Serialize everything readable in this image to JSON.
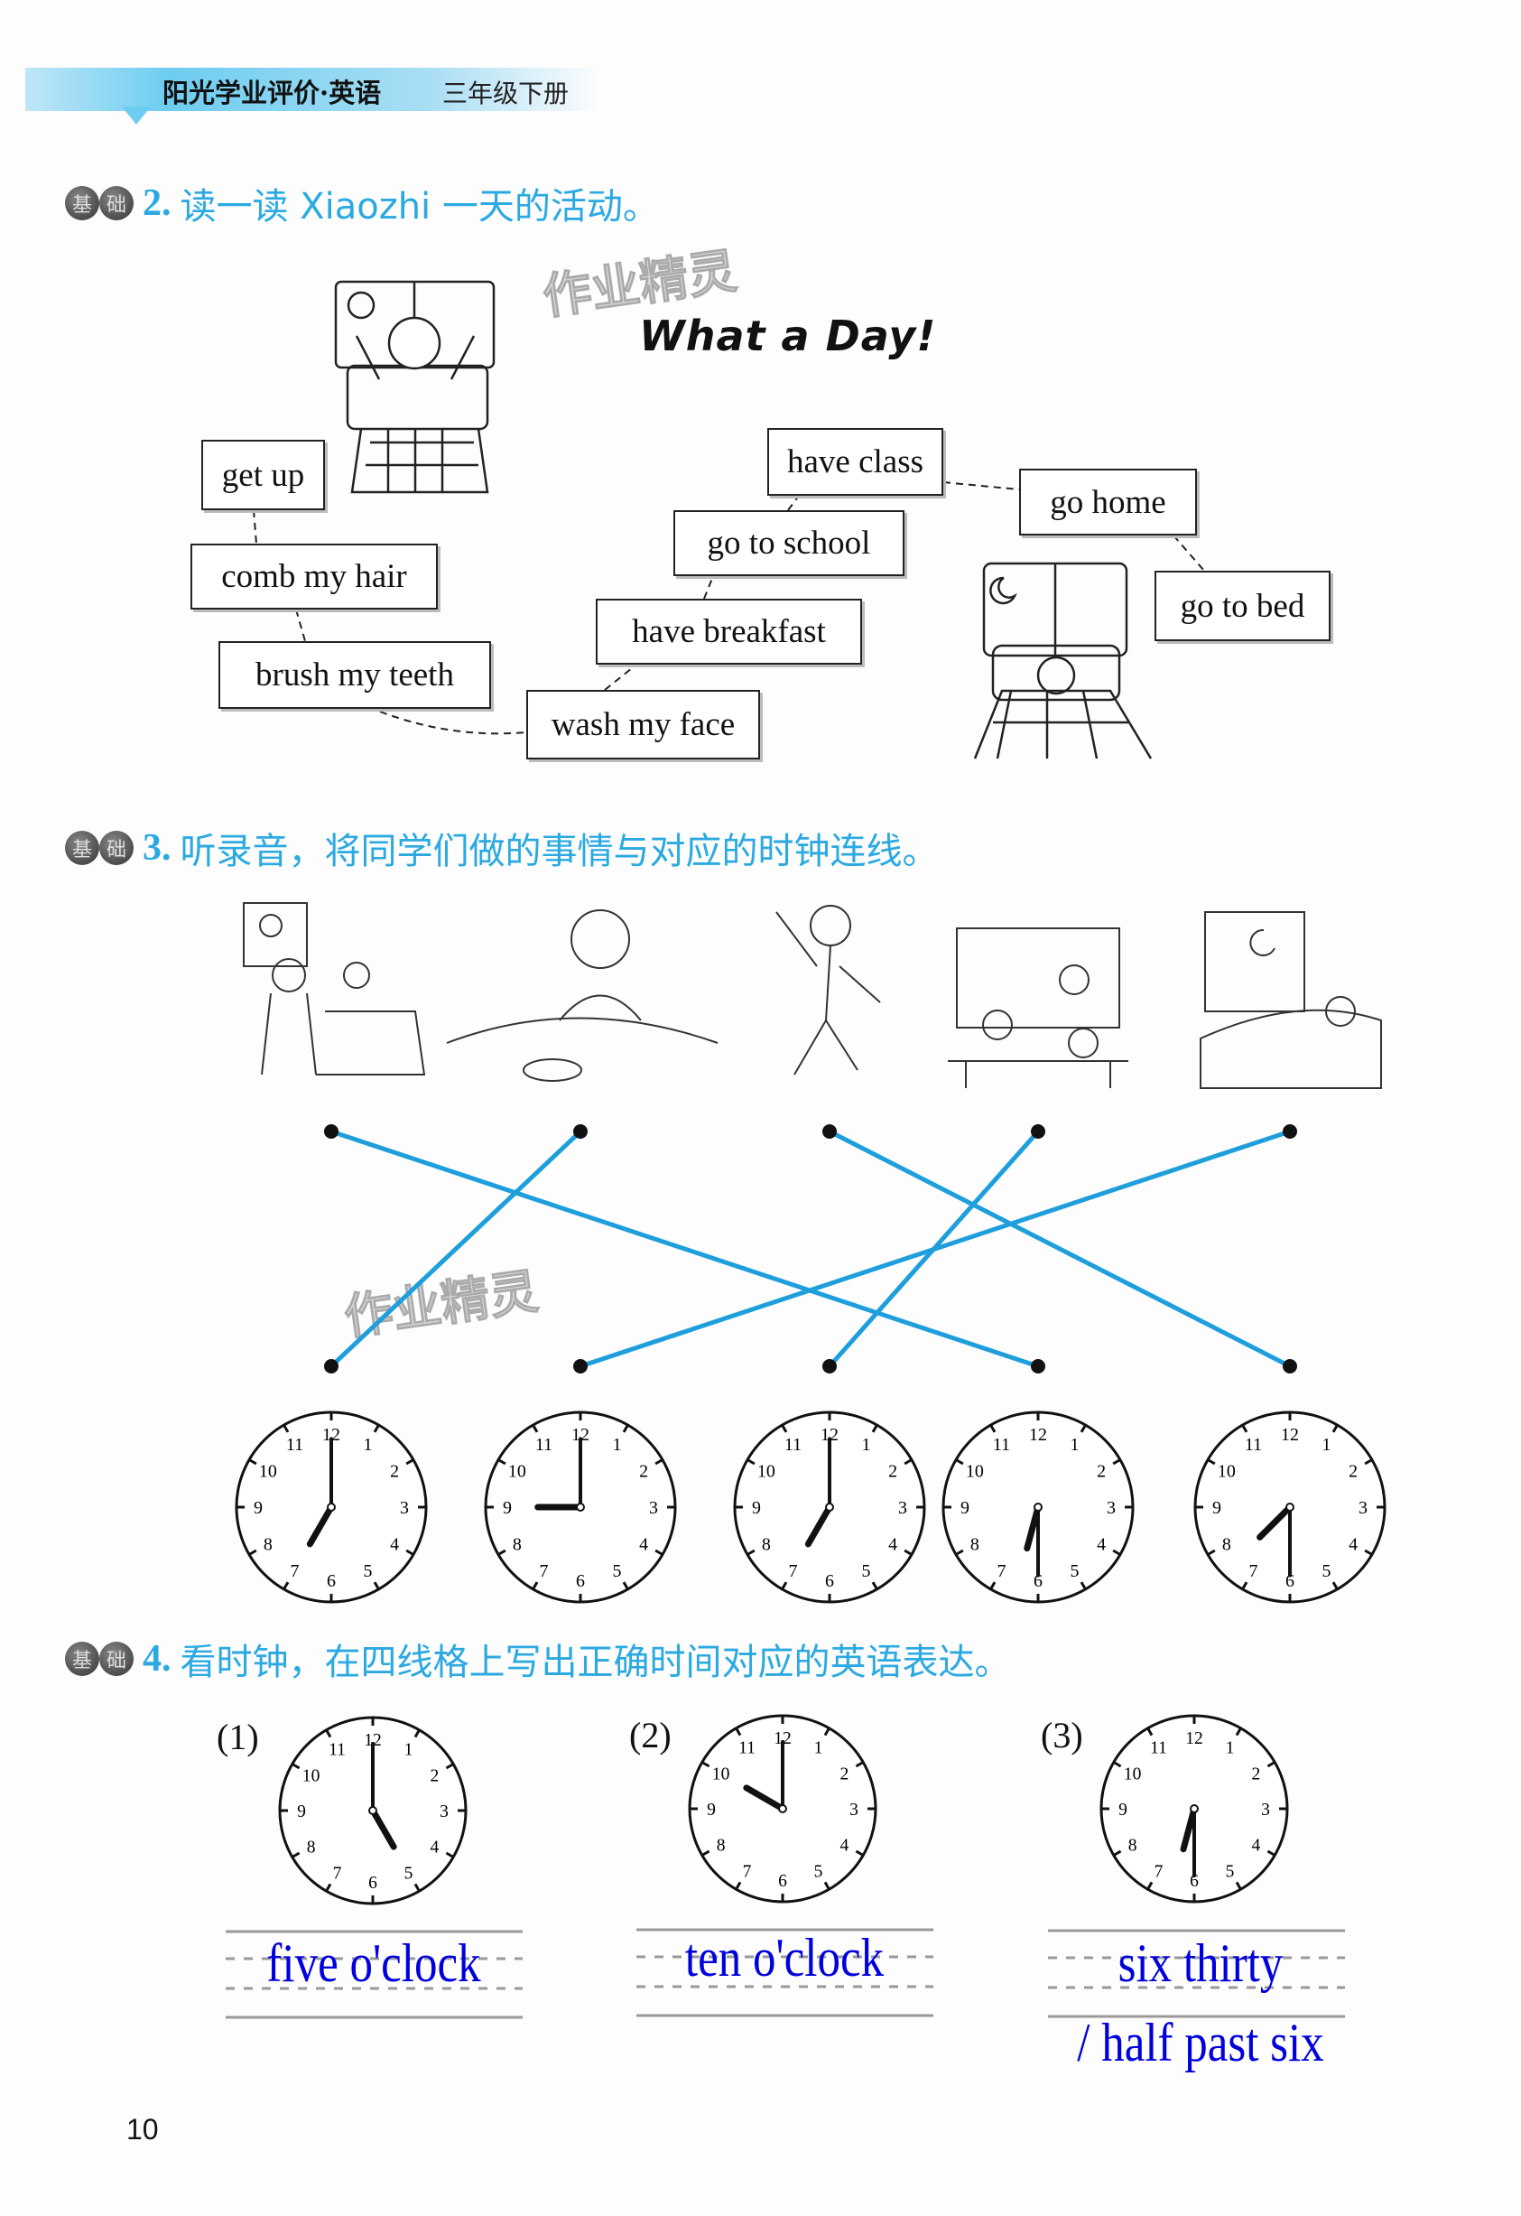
{
  "header": {
    "book_title": "阳光学业评价·英语",
    "grade": "三年级下册"
  },
  "watermark": "作业精灵",
  "q2": {
    "badge": [
      "基",
      "础"
    ],
    "number": "2.",
    "title": "读一读 Xiaozhi 一天的活动。",
    "heading": "What a Day!",
    "activities": [
      "get up",
      "comb my hair",
      "brush my teeth",
      "wash my face",
      "have breakfast",
      "go to school",
      "have class",
      "go home",
      "go to bed"
    ]
  },
  "q3": {
    "badge": [
      "基",
      "础"
    ],
    "number": "3.",
    "title": "听录音，将同学们做的事情与对应的时钟连线。",
    "pictures": [
      "getting-up",
      "having-breakfast",
      "going-to-school",
      "having-class",
      "going-to-bed"
    ],
    "clocks": [
      {
        "h": 7,
        "m": 0
      },
      {
        "h": 9,
        "m": 0
      },
      {
        "h": 7,
        "m": 0
      },
      {
        "h": 6,
        "m": 30
      },
      {
        "h": 7,
        "m": 30
      }
    ],
    "matches": [
      [
        0,
        3
      ],
      [
        1,
        0
      ],
      [
        2,
        4
      ],
      [
        3,
        2
      ],
      [
        4,
        1
      ]
    ],
    "line_color": "#1e9fdc"
  },
  "q4": {
    "badge": [
      "基",
      "础"
    ],
    "number": "4.",
    "title": "看时钟，在四线格上写出正确时间对应的英语表达。",
    "items": [
      {
        "label": "(1)",
        "h": 5,
        "m": 0,
        "answer": "five o'clock"
      },
      {
        "label": "(2)",
        "h": 10,
        "m": 0,
        "answer": "ten o'clock"
      },
      {
        "label": "(3)",
        "h": 6,
        "m": 30,
        "answer": "six thirty",
        "alt_answer": "/ half past six"
      }
    ],
    "answer_color": "#0000dd"
  },
  "clock_numbers": [
    "12",
    "1",
    "2",
    "3",
    "4",
    "5",
    "6",
    "7",
    "8",
    "9",
    "10",
    "11"
  ],
  "page_number": "10"
}
